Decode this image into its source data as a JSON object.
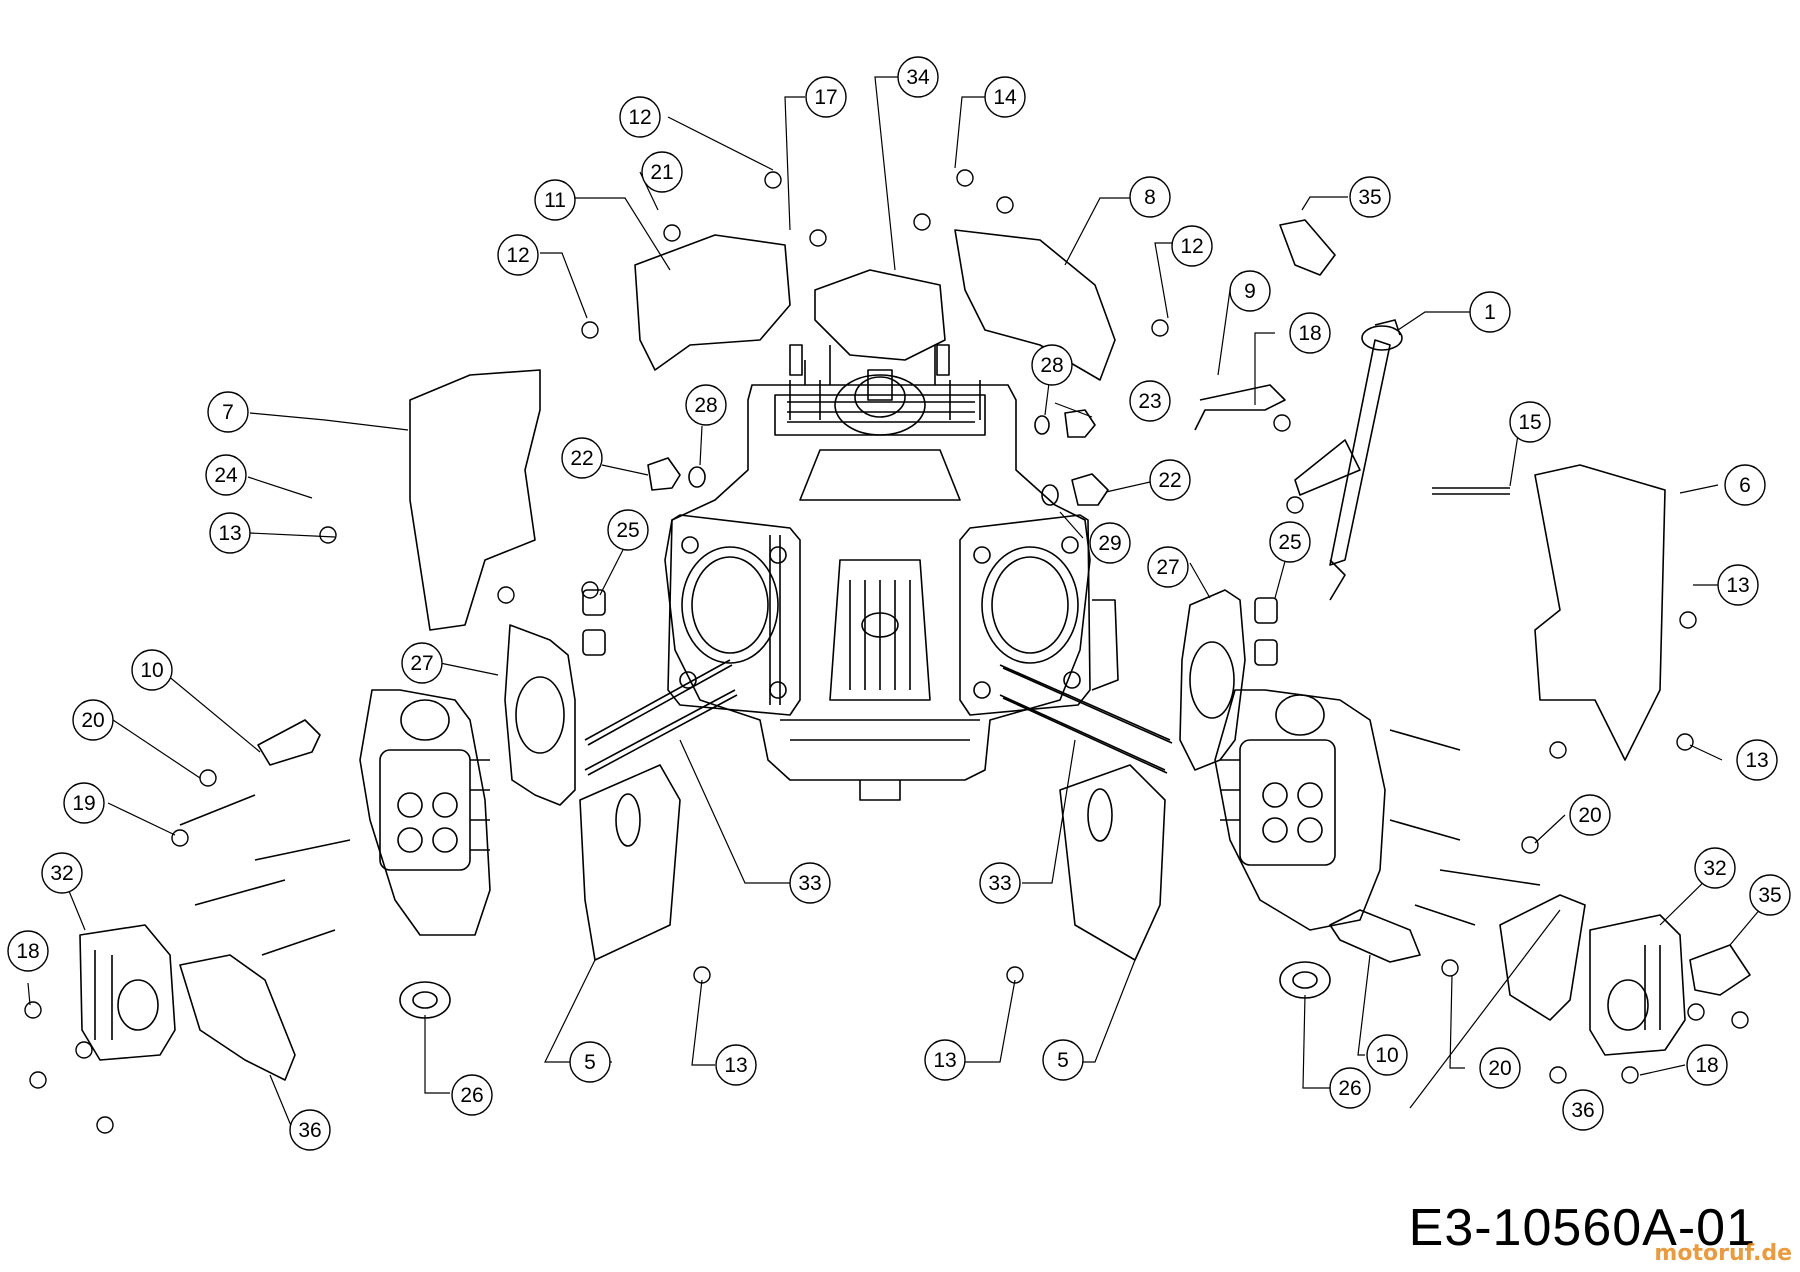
{
  "diagram": {
    "code": "E3-10560A-01",
    "watermark": "motoruf.de",
    "callouts": [
      {
        "id": "c12a",
        "label": "12"
      },
      {
        "id": "c17",
        "label": "17"
      },
      {
        "id": "c34",
        "label": "34"
      },
      {
        "id": "c14",
        "label": "14"
      },
      {
        "id": "c21",
        "label": "21"
      },
      {
        "id": "c11",
        "label": "11"
      },
      {
        "id": "c8",
        "label": "8"
      },
      {
        "id": "c35a",
        "label": "35"
      },
      {
        "id": "c12b",
        "label": "12"
      },
      {
        "id": "c12c",
        "label": "12"
      },
      {
        "id": "c9",
        "label": "9"
      },
      {
        "id": "c18a",
        "label": "18"
      },
      {
        "id": "c1",
        "label": "1"
      },
      {
        "id": "c7",
        "label": "7"
      },
      {
        "id": "c28a",
        "label": "28"
      },
      {
        "id": "c28b",
        "label": "28"
      },
      {
        "id": "c23",
        "label": "23"
      },
      {
        "id": "c15",
        "label": "15"
      },
      {
        "id": "c22a",
        "label": "22"
      },
      {
        "id": "c22b",
        "label": "22"
      },
      {
        "id": "c24",
        "label": "24"
      },
      {
        "id": "c6",
        "label": "6"
      },
      {
        "id": "c13a",
        "label": "13"
      },
      {
        "id": "c29",
        "label": "29"
      },
      {
        "id": "c25a",
        "label": "25"
      },
      {
        "id": "c25b",
        "label": "25"
      },
      {
        "id": "c27a",
        "label": "27"
      },
      {
        "id": "c27b",
        "label": "27"
      },
      {
        "id": "c13b",
        "label": "13"
      },
      {
        "id": "c10a",
        "label": "10"
      },
      {
        "id": "c20a",
        "label": "20"
      },
      {
        "id": "c13c",
        "label": "13"
      },
      {
        "id": "c19",
        "label": "19"
      },
      {
        "id": "c20b",
        "label": "20"
      },
      {
        "id": "c32a",
        "label": "32"
      },
      {
        "id": "c33a",
        "label": "33"
      },
      {
        "id": "c33b",
        "label": "33"
      },
      {
        "id": "c32b",
        "label": "32"
      },
      {
        "id": "c35b",
        "label": "35"
      },
      {
        "id": "c18b",
        "label": "18"
      },
      {
        "id": "c5a",
        "label": "5"
      },
      {
        "id": "c13d",
        "label": "13"
      },
      {
        "id": "c13e",
        "label": "13"
      },
      {
        "id": "c5b",
        "label": "5"
      },
      {
        "id": "c10b",
        "label": "10"
      },
      {
        "id": "c20c",
        "label": "20"
      },
      {
        "id": "c26a",
        "label": "26"
      },
      {
        "id": "c26b",
        "label": "26"
      },
      {
        "id": "c18c",
        "label": "18"
      },
      {
        "id": "c36a",
        "label": "36"
      },
      {
        "id": "c36b",
        "label": "36"
      }
    ]
  }
}
